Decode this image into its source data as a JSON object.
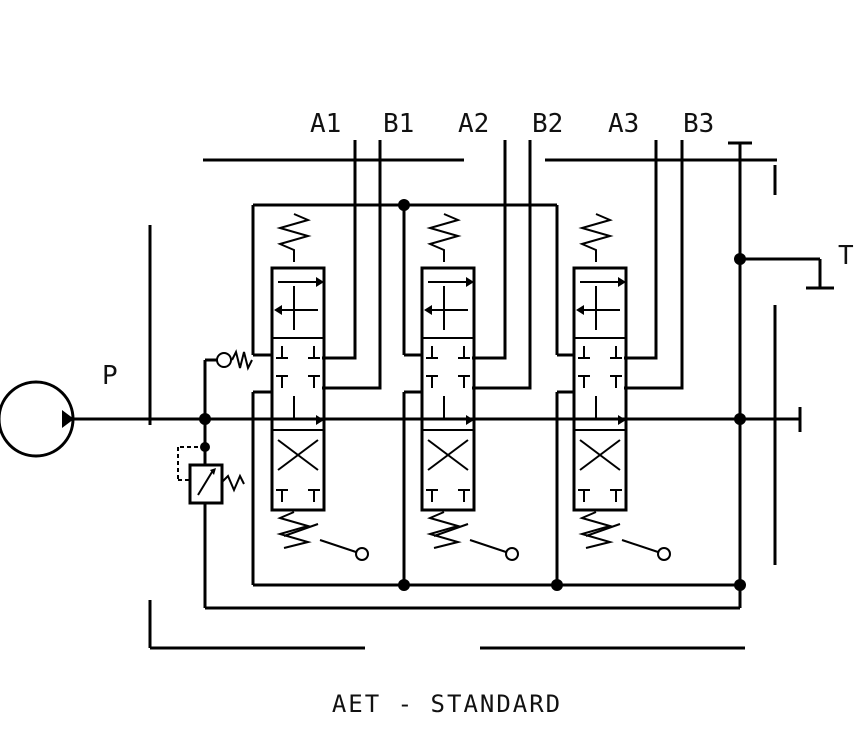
{
  "ports": {
    "a1": "A1",
    "b1": "B1",
    "a2": "A2",
    "b2": "B2",
    "a3": "A3",
    "b3": "B3",
    "pressure": "P",
    "tank": "T"
  },
  "caption": "AET - STANDARD"
}
